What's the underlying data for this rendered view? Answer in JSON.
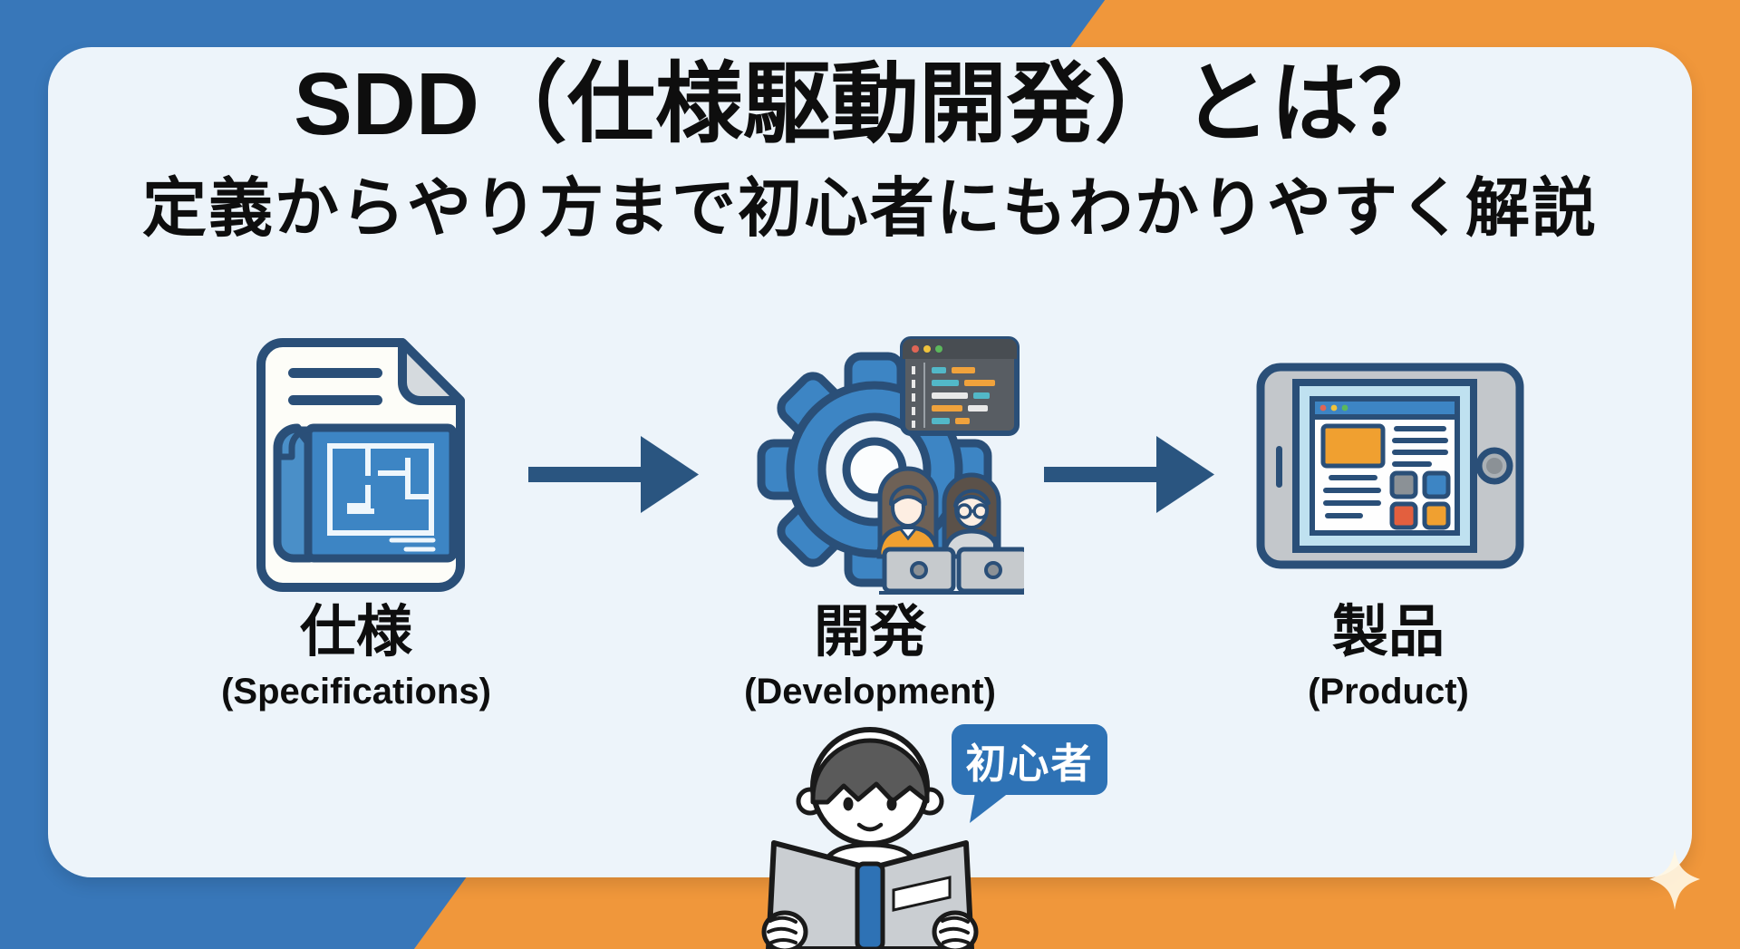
{
  "header": {
    "title": "SDD（仕様駆動開発）とは？",
    "subtitle": "定義からやり方まで初心者にもわかりやすく解説"
  },
  "steps": [
    {
      "jp": "仕様",
      "en": "(Specifications)",
      "icon": "spec-document-icon"
    },
    {
      "jp": "開発",
      "en": "(Development)",
      "icon": "gear-development-icon"
    },
    {
      "jp": "製品",
      "en": "(Product)",
      "icon": "tablet-product-icon"
    }
  ],
  "beginner_badge": {
    "label": "初心者"
  },
  "icons": [
    "spec-document-icon",
    "right-arrow-icon",
    "gear-development-icon",
    "code-editor-window-icon",
    "developer-woman-icon",
    "developer-man-icon",
    "tablet-product-icon",
    "reader-person-icon",
    "open-book-icon",
    "speech-bubble-icon",
    "sparkle-icon"
  ],
  "palette": {
    "background_blue": "#3877b9",
    "background_orange": "#f0973b",
    "card": "#edf4fa",
    "outline_navy": "#2a4f78",
    "arrow_navy": "#2a5580",
    "icon_blue": "#3d85c4",
    "accent_orange": "#f0a030",
    "bubble_blue": "#2e72b5",
    "text_black": "#0e0e0e"
  }
}
